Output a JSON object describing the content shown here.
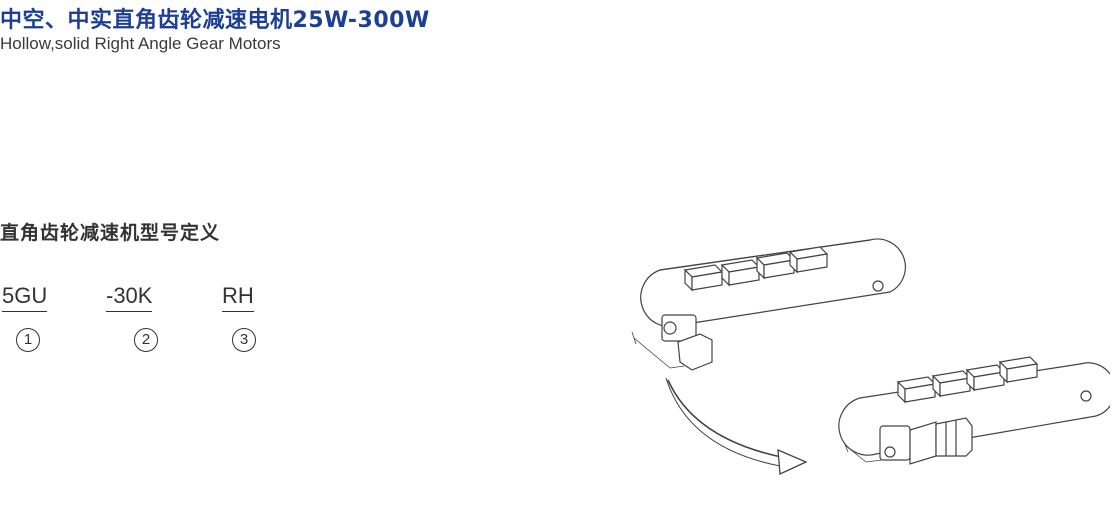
{
  "header": {
    "title_cn": "中空、中实直角齿轮减速电机25W-300W",
    "title_en": "Hollow,solid Right Angle Gear Motors"
  },
  "model_definition": {
    "title": "直角齿轮减速机型号定义",
    "parts": [
      {
        "code": "5GU",
        "index": "1"
      },
      {
        "code": "-30K",
        "index": "2"
      },
      {
        "code": "RH",
        "index": "3"
      }
    ]
  },
  "colors": {
    "title_blue": "#1c3f95",
    "text_dark": "#333333",
    "line": "#444444"
  },
  "icons": [
    "conveyor-diagram",
    "curved-arrow-icon"
  ]
}
